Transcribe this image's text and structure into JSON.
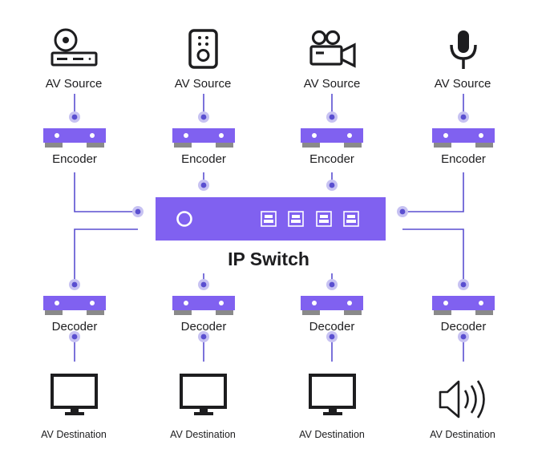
{
  "diagram": {
    "switch_label": "IP Switch",
    "colors": {
      "accent": "#8061f0",
      "wire": "#5a4fd0",
      "dot_halo": "#c7c2f2",
      "foot": "#8a8a8a",
      "icon": "#1d1d1f"
    },
    "columns": [
      {
        "source_icon": "dvd-player-icon",
        "source_label": "AV Source",
        "encoder_label": "Encoder",
        "decoder_label": "Decoder",
        "dest_icon": "monitor-icon",
        "dest_label": "AV Destination"
      },
      {
        "source_icon": "speaker-icon",
        "source_label": "AV Source",
        "encoder_label": "Encoder",
        "decoder_label": "Decoder",
        "dest_icon": "monitor-icon",
        "dest_label": "AV Destination"
      },
      {
        "source_icon": "video-camera-icon",
        "source_label": "AV Source",
        "encoder_label": "Encoder",
        "decoder_label": "Decoder",
        "dest_icon": "monitor-icon",
        "dest_label": "AV Destination"
      },
      {
        "source_icon": "microphone-icon",
        "source_label": "AV Source",
        "encoder_label": "Encoder",
        "decoder_label": "Decoder",
        "dest_icon": "loudspeaker-icon",
        "dest_label": "AV Destination"
      }
    ]
  }
}
